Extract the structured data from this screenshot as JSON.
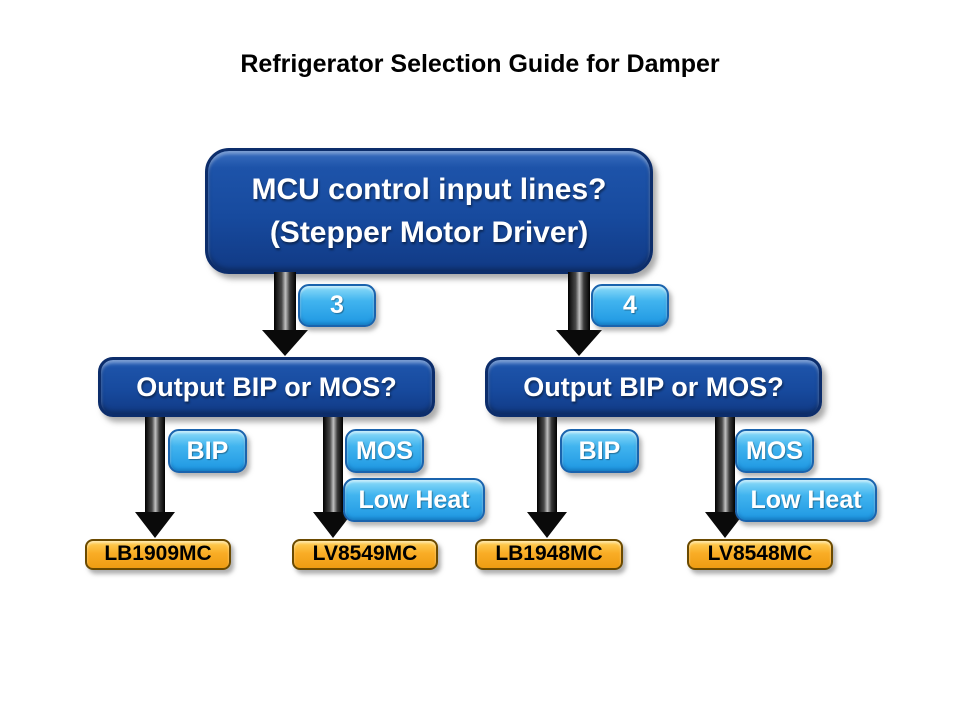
{
  "title": "Refrigerator Selection Guide for Damper",
  "root_node": {
    "line1": "MCU control input lines?",
    "line2": "(Stepper Motor Driver)"
  },
  "left_branch": {
    "pin": "3",
    "question": "Output BIP or MOS?",
    "bip_label": "BIP",
    "mos_label": "MOS",
    "low_heat_label": "Low Heat",
    "bip_part": "LB1909MC",
    "mos_part": "LV8549MC"
  },
  "right_branch": {
    "pin": "4",
    "question": "Output BIP or MOS?",
    "bip_label": "BIP",
    "mos_label": "MOS",
    "low_heat_label": "Low Heat",
    "bip_part": "LB1948MC",
    "mos_part": "LV8548MC"
  },
  "colors": {
    "question_node_blue": "#174A9E",
    "question_node_border": "#0C2D6B",
    "badge_blue": "#2BA4E9",
    "badge_border": "#1A63AD",
    "part_orange": "#F6A623",
    "part_border": "#6B4A00",
    "arrow_black": "#0A0A0A",
    "title_text": "#000000",
    "node_text": "#FFFFFF",
    "part_text": "#000000",
    "background": "#FFFFFF"
  }
}
